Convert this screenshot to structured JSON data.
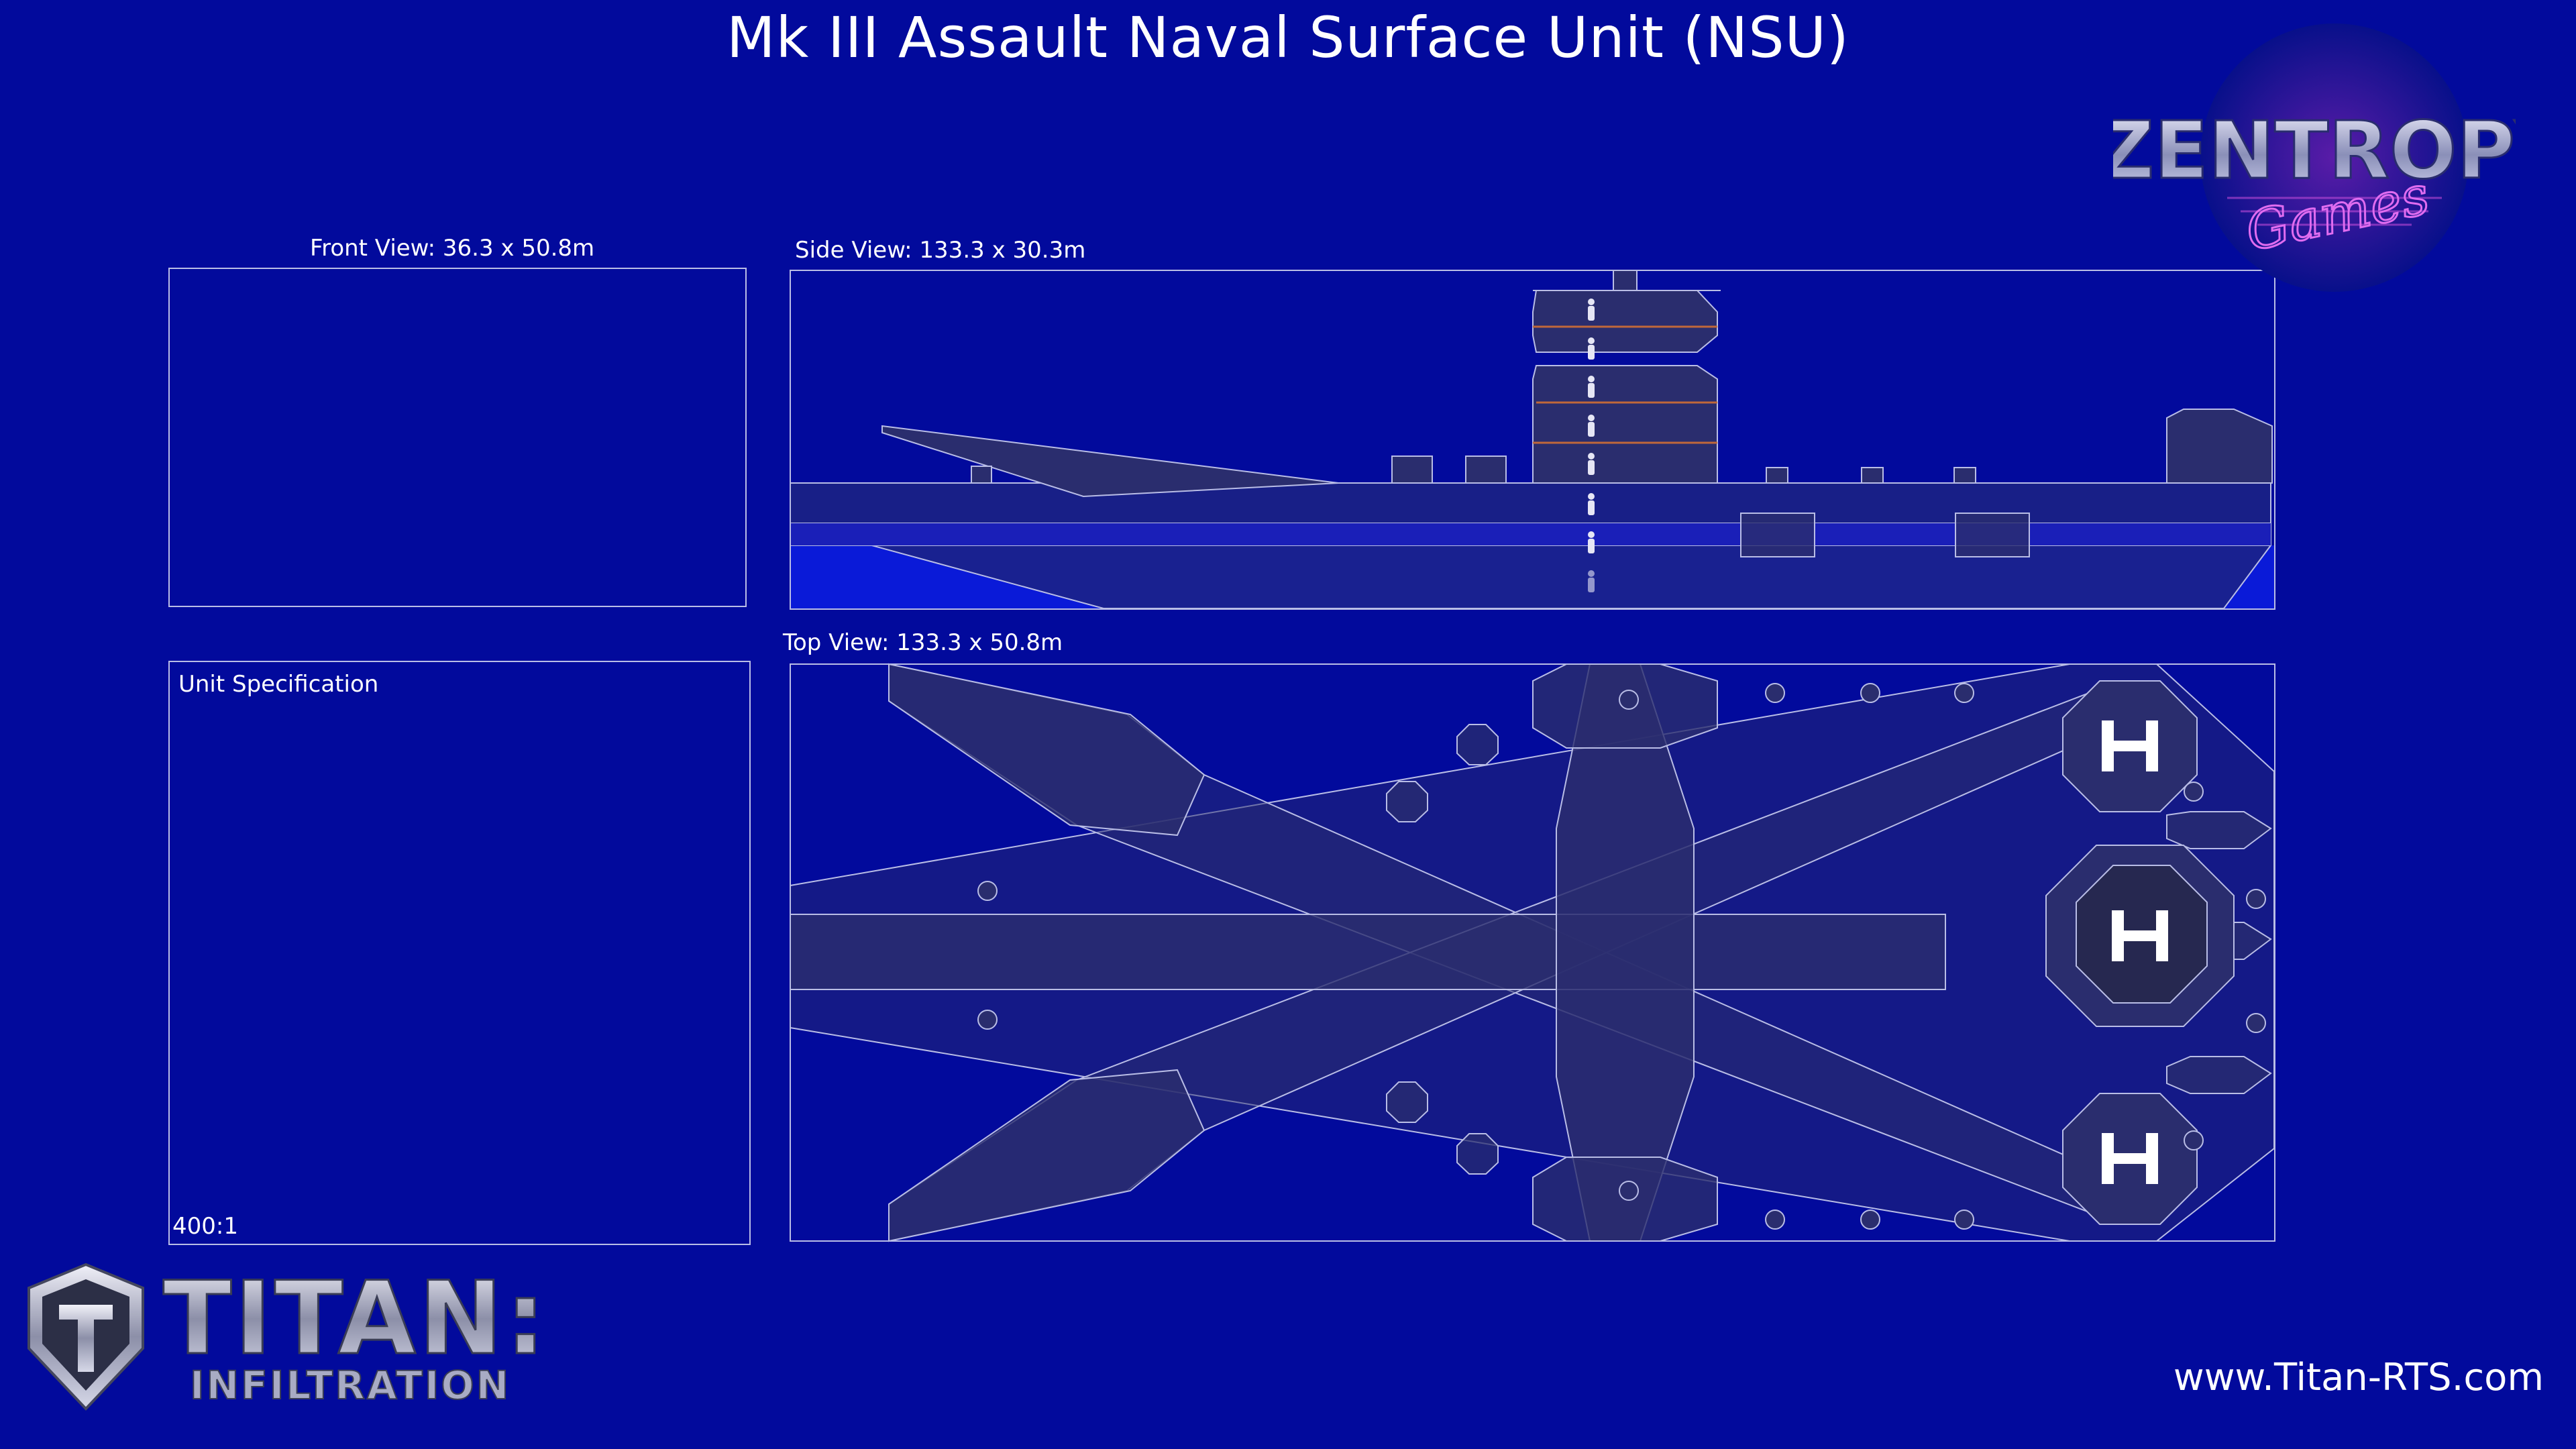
{
  "title": "Mk III Assault Naval Surface Unit (NSU)",
  "views": {
    "front_label": "Front View: 36.3 x 50.8m",
    "side_label": "Side View: 133.3 x 30.3m",
    "top_label": "Top View: 133.3 x 50.8m"
  },
  "spec": {
    "title": "Unit Specification",
    "scale": "400:1"
  },
  "brand": {
    "zentropy_word": "ZENTROPY",
    "zentropy_script": "Games",
    "titan_word": "TITAN:",
    "titan_sub": "INFILTRATION",
    "website": "www.Titan-RTS.com"
  },
  "colors": {
    "background": "#020a9c",
    "panel_border": "#b9bde6",
    "hull": "#2a2d6e",
    "water": "#0a1ad8",
    "accent_stripe": "#c0683a"
  },
  "icons": [
    "helipad-h-icon",
    "crew-figure-icon",
    "titan-shield-logo",
    "zentropy-logo"
  ]
}
